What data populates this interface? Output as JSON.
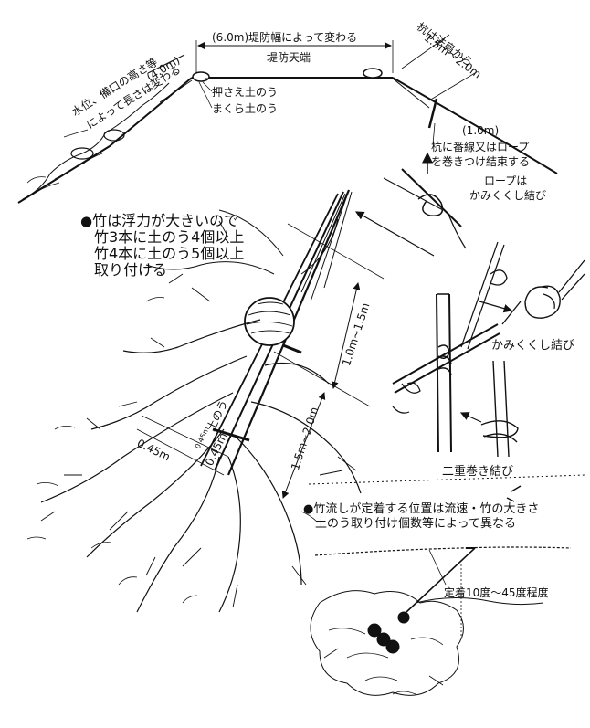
{
  "embankment": {
    "crest_width": "(6.0m)堤防幅によって変わる",
    "crest": "堤防天端",
    "slope_length": "(4.0m)",
    "water_level_note_1": "水位、備口の高さ等",
    "water_level_note_2": "によって長さは変わる",
    "osae_bag": "押さえ土のう",
    "makura_bag": "まくら土のう",
    "stake_note_1": "杭は法肩から",
    "stake_note_2": "1.5m～2.0m",
    "stake_depth": "(1.0m)",
    "stake_tie_1": "杭に番線又はロープ",
    "stake_tie_2": "を巻きつけ結束する",
    "rope_note_1": "ロープは",
    "rope_note_2": "かみくくし結び"
  },
  "bamboo": {
    "float_note_1": "竹は浮力が大きいので",
    "float_note_2": "竹3本に土のう4個以上",
    "float_note_3": "竹4本に土のう5個以上",
    "float_note_4": "取り付ける",
    "dim_top": "1.0m~1.5m",
    "dim_mid": "1.5m~2.0m",
    "dim_width_1": "0.45m",
    "dim_width_2": "0.45m",
    "dim_small": "0.45m",
    "sandbag": "土のう"
  },
  "knots": {
    "kamikukushi": "かみくくし結び",
    "nijumaki": "二重巻き結び"
  },
  "placement": {
    "note_1": "竹流しが定着する位置は流速・竹の大きさ",
    "note_2": "土のう取り付け個数等によって異なる",
    "angle": "定着10度～45度程度"
  }
}
